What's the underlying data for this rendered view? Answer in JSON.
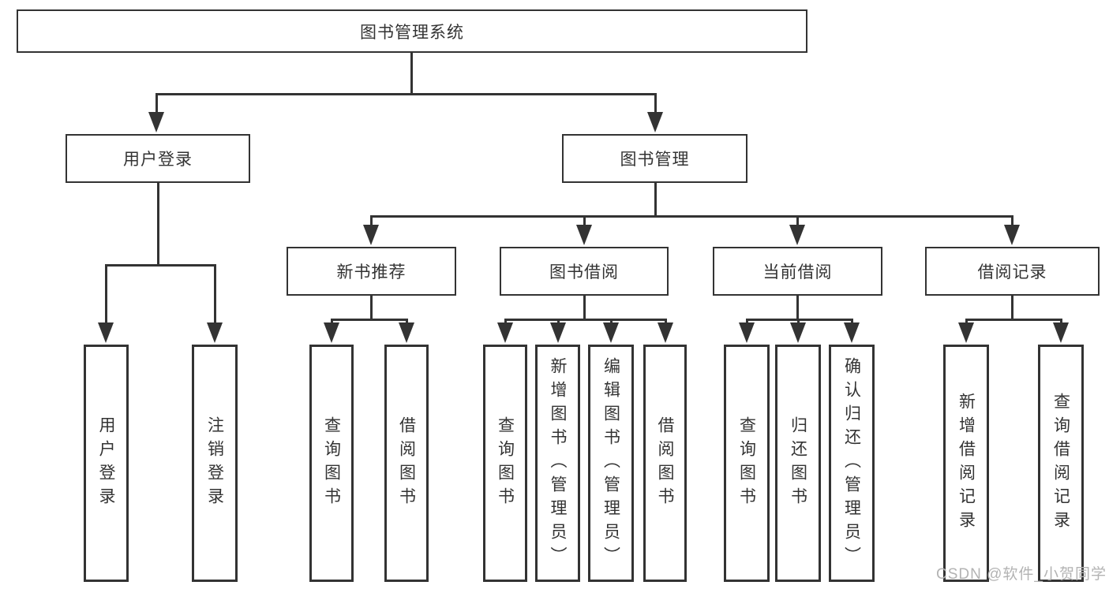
{
  "diagram": {
    "root": {
      "label": "图书管理系统"
    },
    "level2": [
      {
        "label": "用户登录"
      },
      {
        "label": "图书管理"
      }
    ],
    "level3": [
      {
        "label": "新书推荐"
      },
      {
        "label": "图书借阅"
      },
      {
        "label": "当前借阅"
      },
      {
        "label": "借阅记录"
      }
    ],
    "leaves": {
      "user_login": [
        {
          "label": "用户登录"
        },
        {
          "label": "注销登录"
        }
      ],
      "new_books": [
        {
          "label": "查询图书"
        },
        {
          "label": "借阅图书"
        }
      ],
      "book_borrow": [
        {
          "label": "查询图书"
        },
        {
          "label": "新增图书（管理员）"
        },
        {
          "label": "编辑图书（管理员）"
        },
        {
          "label": "借阅图书"
        }
      ],
      "current_borrow": [
        {
          "label": "查询图书"
        },
        {
          "label": "归还图书"
        },
        {
          "label": "确认归还（管理员）"
        }
      ],
      "borrow_records": [
        {
          "label": "新增借阅记录"
        },
        {
          "label": "查询借阅记录"
        }
      ]
    }
  },
  "watermark": {
    "text": "CSDN @软件_小贺同学"
  },
  "colors": {
    "line": "#333333",
    "text": "#333333",
    "watermark": "#b3b3b3",
    "background": "#ffffff"
  }
}
